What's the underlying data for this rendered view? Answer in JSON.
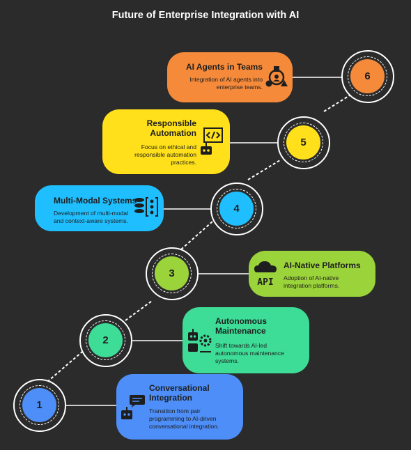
{
  "title": "Future of Enterprise Integration with AI",
  "steps": [
    {
      "number": "1",
      "title_lines": [
        "Conversational",
        "Integration"
      ],
      "description_lines": [
        "Transition from pair",
        "programming to AI-driven",
        "conversational integration."
      ],
      "color": "#4d8ef8",
      "icon": "chatbot-icon"
    },
    {
      "number": "2",
      "title_lines": [
        "Autonomous",
        "Maintenance"
      ],
      "description_lines": [
        "Shift towards AI-led",
        "autonomous maintenance",
        "systems."
      ],
      "color": "#3ddc97",
      "icon": "robot-gear-icon"
    },
    {
      "number": "3",
      "title_lines": [
        "AI-Native Platforms"
      ],
      "description_lines": [
        "Adoption of AI-native",
        "integration platforms."
      ],
      "color": "#9bd33a",
      "icon": "cloud-api-icon"
    },
    {
      "number": "4",
      "title_lines": [
        "Multi-Modal Systems"
      ],
      "description_lines": [
        "Development of multi-modal",
        "and context-aware systems."
      ],
      "color": "#1fbfff",
      "icon": "database-brackets-icon"
    },
    {
      "number": "5",
      "title_lines": [
        "Responsible",
        "Automation"
      ],
      "description_lines": [
        "Focus on ethical and",
        "responsible automation",
        "practices."
      ],
      "color": "#ffe01b",
      "icon": "code-robot-icon"
    },
    {
      "number": "6",
      "title_lines": [
        "AI Agents in Teams"
      ],
      "description_lines": [
        "Integration of AI agents into",
        "enterprise teams."
      ],
      "color": "#f58a3a",
      "icon": "team-network-icon"
    }
  ]
}
